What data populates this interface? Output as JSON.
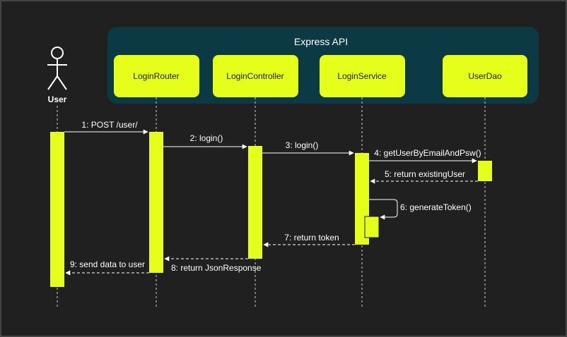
{
  "colors": {
    "background": "#202020",
    "group_fill": "#0b3a45",
    "box_fill": "#e6ff1a",
    "line": "#ffffff"
  },
  "group": {
    "title": "Express API"
  },
  "actor": {
    "label": "User",
    "icon": "stick-figure-icon"
  },
  "participants": [
    {
      "id": "router",
      "label": "LoginRouter"
    },
    {
      "id": "controller",
      "label": "LoginController"
    },
    {
      "id": "service",
      "label": "LoginService"
    },
    {
      "id": "dao",
      "label": "UserDao"
    }
  ],
  "messages": [
    {
      "label": "1: POST /user/"
    },
    {
      "label": "2: login()"
    },
    {
      "label": "3: login()"
    },
    {
      "label": "4: getUserByEmailAndPsw()"
    },
    {
      "label": "5: return existingUser"
    },
    {
      "label": "6: generateToken()"
    },
    {
      "label": "7: return token"
    },
    {
      "label": "8: return JsonResponse"
    },
    {
      "label": "9: send data to user"
    }
  ]
}
